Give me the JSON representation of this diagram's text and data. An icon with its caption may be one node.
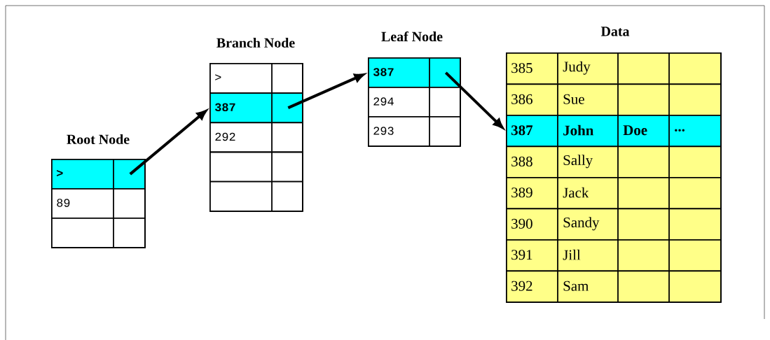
{
  "diagram": {
    "nodes": [
      {
        "text": [
          "Root Node"
        ]
      },
      {
        "text": [
          ">"
        ],
        "in": 0
      },
      {
        "text": [
          "89"
        ],
        "in": 0
      },
      {
        "text": [],
        "shape": "box",
        "in": 0
      },
      {
        "text": [
          "Branch Node"
        ]
      },
      {
        "text": [
          ">"
        ],
        "in": 4
      },
      {
        "text": [
          "387"
        ],
        "in": 4
      },
      {
        "text": [
          "292"
        ],
        "in": 4
      },
      {
        "text": [],
        "shape": "box",
        "in": 4
      },
      {
        "text": [],
        "shape": "box",
        "in": 4
      },
      {
        "text": [
          "Leaf Node"
        ]
      },
      {
        "text": [
          "387"
        ],
        "in": 10
      },
      {
        "text": [
          "294"
        ],
        "in": 10
      },
      {
        "text": [
          "293"
        ],
        "in": 10
      },
      {
        "text": [
          "Data"
        ]
      },
      {
        "text": [
          "385",
          "Judy"
        ],
        "in": 14
      },
      {
        "text": [
          "386",
          "Sue"
        ],
        "in": 14
      },
      {
        "text": [
          "387",
          "John",
          "Doe",
          "..."
        ],
        "in": 14
      },
      {
        "text": [
          "388",
          "Sally"
        ],
        "in": 14
      },
      {
        "text": [
          "389",
          "Jack"
        ],
        "in": 14
      },
      {
        "text": [
          "390",
          "Sandy"
        ],
        "in": 14
      },
      {
        "text": [
          "391",
          "Jill"
        ],
        "in": 14
      },
      {
        "text": [
          "392",
          "Sam"
        ],
        "in": 14
      }
    ],
    "edges": [
      {
        "from": 1,
        "to": 6,
        "arrow": "to"
      },
      {
        "from": 6,
        "to": 11,
        "arrow": "to"
      },
      {
        "from": 11,
        "to": 17,
        "arrow": "to"
      }
    ]
  }
}
